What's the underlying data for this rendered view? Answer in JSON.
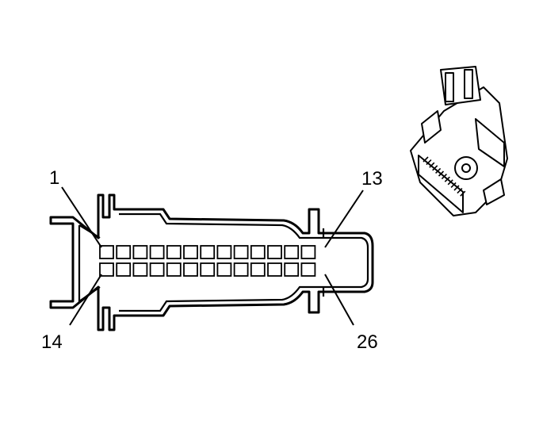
{
  "diagram": {
    "connector": {
      "rows": 2,
      "pins_per_row": 13,
      "colors": {
        "stroke": "#000000",
        "fill": "#ffffff"
      }
    },
    "labels": {
      "pin_first_top": "1",
      "pin_last_top": "13",
      "pin_first_bottom": "14",
      "pin_last_bottom": "26"
    }
  }
}
